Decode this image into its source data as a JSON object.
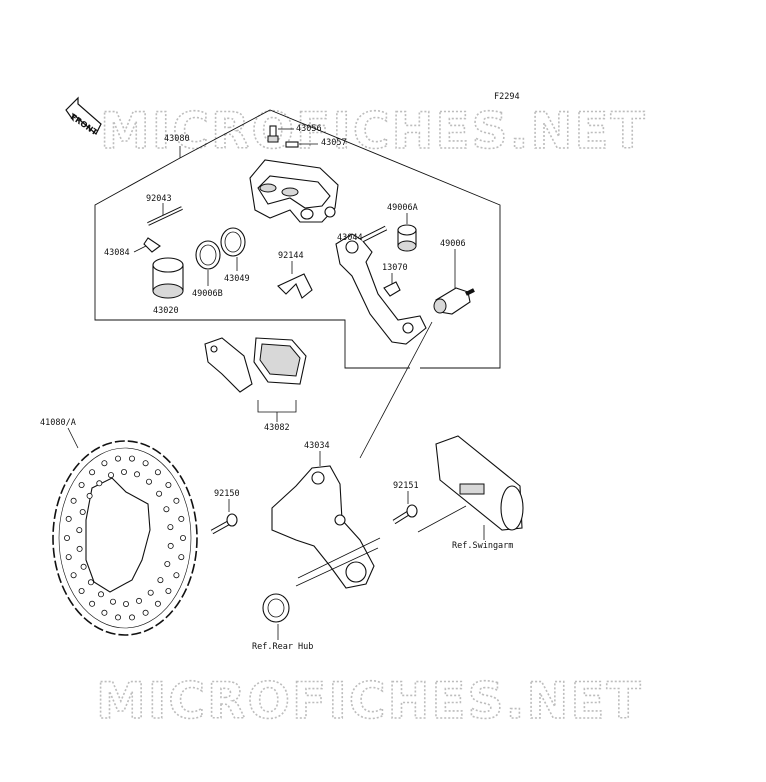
{
  "figure": {
    "code": "F2294"
  },
  "watermark": {
    "top": "MICROFICHES.NET",
    "bottom": "MICROFICHES.NET"
  },
  "front_arrow": {
    "label": "FRONT"
  },
  "parts": {
    "p43080": "43080",
    "p43056": "43056",
    "p43057": "43057",
    "p92043": "92043",
    "p43084": "43084",
    "p43049": "43049",
    "p49006B": "49006B",
    "p43020": "43020",
    "p92144": "92144",
    "p43044": "43044",
    "p49006A": "49006A",
    "p13070": "13070",
    "p49006": "49006",
    "p43082": "43082",
    "p41080A": "41080/A",
    "p43034": "43034",
    "p92150": "92150",
    "p92151": "92151"
  },
  "references": {
    "swingarm": "Ref.Swingarm",
    "rear_hub": "Ref.Rear Hub"
  }
}
